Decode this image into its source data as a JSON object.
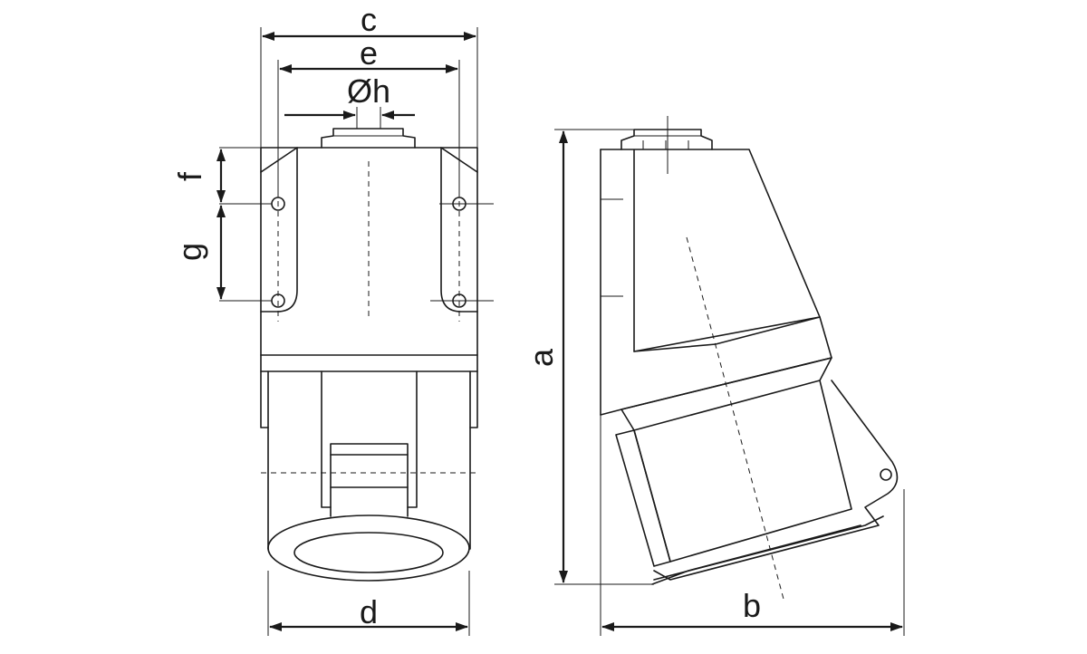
{
  "labels": {
    "a": "a",
    "b": "b",
    "c": "c",
    "d": "d",
    "e": "e",
    "f": "f",
    "g": "g",
    "h": "Øh"
  },
  "colors": {
    "line": "#1a1a1a",
    "background": "#ffffff"
  }
}
